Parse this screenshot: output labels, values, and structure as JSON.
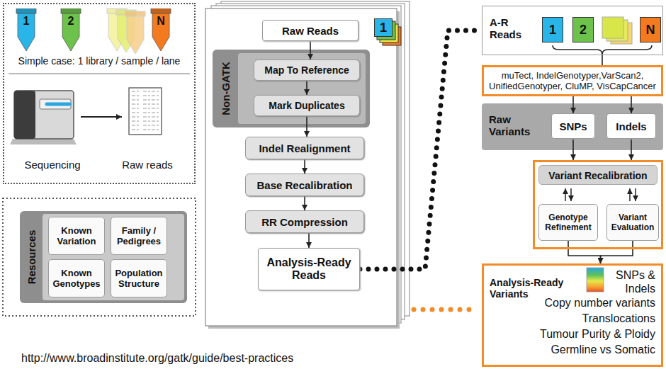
{
  "diagram": {
    "nodes": [
      {
        "text": [
          "Simple case: 1 library / sample / lane",
          "Sequencing",
          "Raw reads"
        ]
      },
      {
        "text": [
          "1"
        ],
        "in": 0
      },
      {
        "text": [
          "2"
        ],
        "in": 0
      },
      {
        "text": [
          "N"
        ],
        "in": 0
      },
      {
        "text": [
          "Resources"
        ]
      },
      {
        "text": [
          "Known Variation"
        ],
        "in": 4
      },
      {
        "text": [
          "Family / Pedigrees"
        ],
        "in": 4
      },
      {
        "text": [
          "Known Genotypes"
        ],
        "in": 4
      },
      {
        "text": [
          "Population Structure"
        ],
        "in": 4
      },
      {
        "text": [
          "Raw Reads"
        ]
      },
      {
        "text": [
          "1"
        ]
      },
      {
        "text": [
          "Non-GATK"
        ]
      },
      {
        "text": [
          "Map To Reference"
        ],
        "in": 11
      },
      {
        "text": [
          "Mark Duplicates"
        ],
        "in": 11
      },
      {
        "text": [
          "Indel Realignment"
        ]
      },
      {
        "text": [
          "Base Recalibration"
        ]
      },
      {
        "text": [
          "RR Compression"
        ]
      },
      {
        "text": [
          "Analysis-Ready Reads"
        ]
      },
      {
        "text": [
          "A-R Reads"
        ]
      },
      {
        "text": [
          "1"
        ],
        "in": 18
      },
      {
        "text": [
          "2"
        ],
        "in": 18
      },
      {
        "text": [
          "N"
        ],
        "in": 18
      },
      {
        "text": [
          "muTect, IndelGenotyper,VarScan2, UnifiedGenotyper, CluMP, VisCapCancer"
        ]
      },
      {
        "text": [
          "Raw Variants"
        ]
      },
      {
        "text": [
          "SNPs"
        ],
        "in": 23
      },
      {
        "text": [
          "Indels"
        ],
        "in": 23
      },
      {
        "text": [
          "Variant Recalibration"
        ]
      },
      {
        "text": [
          "Genotype Refinement"
        ],
        "in": 26
      },
      {
        "text": [
          "Variant Evaluation"
        ],
        "in": 26
      },
      {
        "text": [
          "Analysis-Ready Variants",
          "SNPs & Indels",
          "Copy number variants",
          "Translocations",
          "Tumour Purity & Ploidy",
          "Germline vs Somatic"
        ]
      }
    ],
    "edges": [
      {
        "from": 9,
        "to": 12,
        "arrow": "to"
      },
      {
        "from": 12,
        "to": 13,
        "arrow": "to"
      },
      {
        "from": 13,
        "to": 14,
        "arrow": "to"
      },
      {
        "from": 14,
        "to": 15,
        "arrow": "to"
      },
      {
        "from": 15,
        "to": 16,
        "arrow": "to"
      },
      {
        "from": 16,
        "to": 17,
        "arrow": "to"
      },
      {
        "from": 17,
        "to": 18,
        "arrow": "none"
      },
      {
        "from": 18,
        "to": 22,
        "arrow": "none"
      },
      {
        "from": 22,
        "to": 24,
        "arrow": "to"
      },
      {
        "from": 22,
        "to": 25,
        "arrow": "to"
      },
      {
        "from": 24,
        "to": 26,
        "arrow": "to"
      },
      {
        "from": 25,
        "to": 26,
        "arrow": "to"
      },
      {
        "from": 27,
        "to": 29,
        "arrow": "to"
      },
      {
        "from": 28,
        "to": 29,
        "arrow": "to"
      }
    ],
    "labels": [
      "http://www.broadinstitute.org/gatk/guide/best-practices"
    ]
  }
}
